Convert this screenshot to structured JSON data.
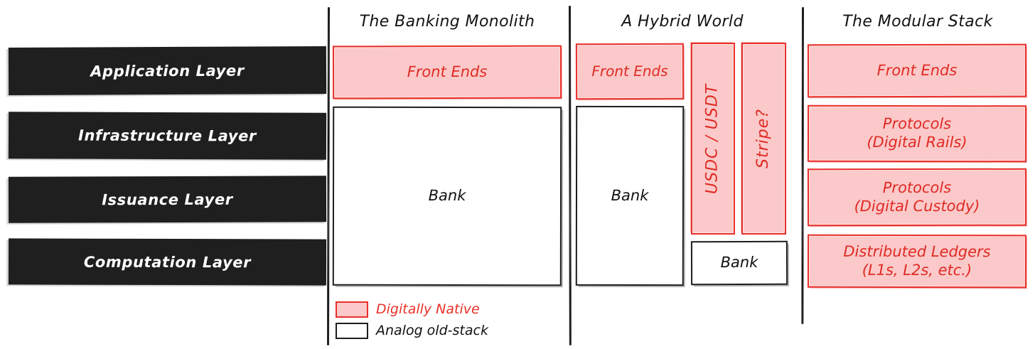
{
  "diagram": {
    "title_visible": false,
    "colors": {
      "pink_fill": "#fbc9c9",
      "red_stroke": "#e8302a",
      "red_text": "#e02a24",
      "dark_bar": "#1f1f1f",
      "black_stroke": "#1d1d1d",
      "background": "#ffffff"
    }
  },
  "layers_column": {
    "items": [
      {
        "label": "Application Layer"
      },
      {
        "label": "Infrastructure Layer"
      },
      {
        "label": "Issuance Layer"
      },
      {
        "label": "Computation Layer"
      }
    ]
  },
  "monolith_column": {
    "header": "The Banking Monolith",
    "boxes": [
      {
        "label": "Front Ends",
        "kind": "digitally-native"
      },
      {
        "label": "Bank",
        "kind": "analog-old-stack"
      }
    ]
  },
  "hybrid_column": {
    "header": "A Hybrid World",
    "boxes": [
      {
        "label": "Front Ends",
        "kind": "digitally-native"
      },
      {
        "label": "Bank",
        "kind": "analog-old-stack"
      },
      {
        "label": "USDC / USDT",
        "kind": "digitally-native"
      },
      {
        "label": "Stripe?",
        "kind": "digitally-native"
      },
      {
        "label": "Bank",
        "kind": "analog-old-stack"
      }
    ]
  },
  "modular_column": {
    "header": "The Modular Stack",
    "boxes": [
      {
        "line1": "Front Ends",
        "line2": "",
        "kind": "digitally-native"
      },
      {
        "line1": "Protocols",
        "line2": "(Digital Rails)",
        "kind": "digitally-native"
      },
      {
        "line1": "Protocols",
        "line2": "(Digital Custody)",
        "kind": "digitally-native"
      },
      {
        "line1": "Distributed Ledgers",
        "line2": "(L1s, L2s, etc.)",
        "kind": "digitally-native"
      }
    ]
  },
  "legend": {
    "items": [
      {
        "label": "Digitally Native",
        "swatch": "pink"
      },
      {
        "label": "Analog old-stack",
        "swatch": "white"
      }
    ]
  }
}
